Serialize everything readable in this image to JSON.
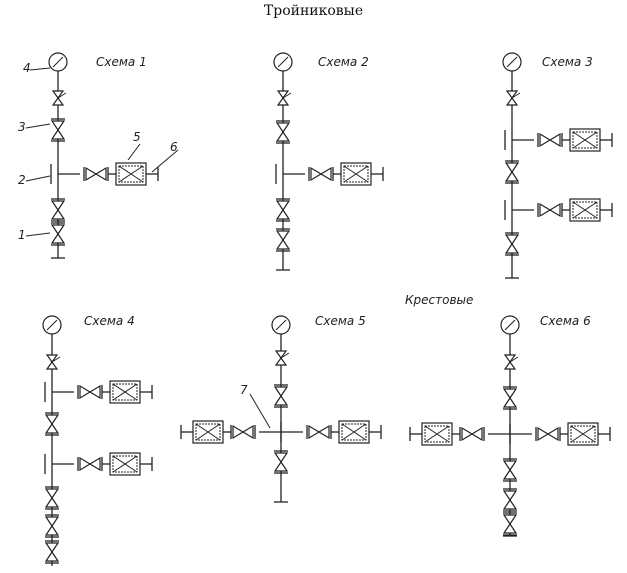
{
  "titles": {
    "tee": "Тройниковые",
    "cross": "Крестовые"
  },
  "schemes": [
    {
      "label": "Схема 1"
    },
    {
      "label": "Схема 2"
    },
    {
      "label": "Схема 3"
    },
    {
      "label": "Схема 4"
    },
    {
      "label": "Схема 5"
    },
    {
      "label": "Схема 6"
    }
  ],
  "callouts": [
    "1",
    "2",
    "3",
    "4",
    "5",
    "6",
    "7"
  ]
}
